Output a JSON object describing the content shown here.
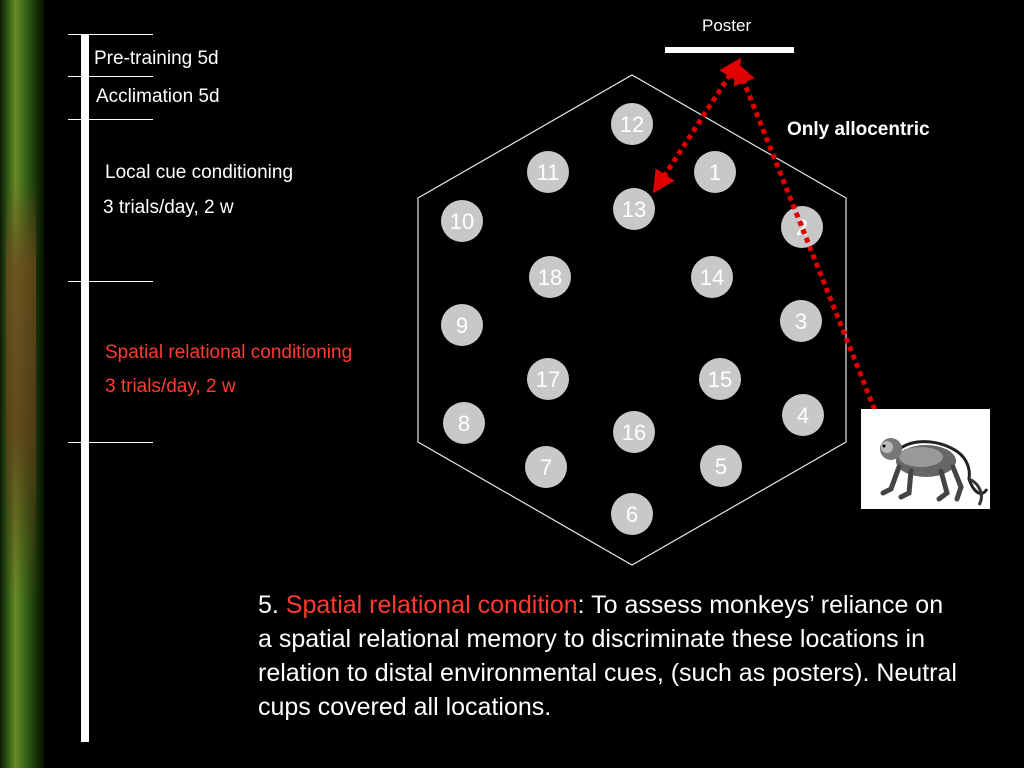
{
  "timeline": {
    "phase1": "Pre-training 5d",
    "phase2": "Acclimation 5d",
    "phase3_title": "Local cue conditioning",
    "phase3_schedule": "3 trials/day, 2 w",
    "phase4_title": "Spatial relational conditioning",
    "phase4_schedule": "3 trials/day, 2 w"
  },
  "poster_label": "Poster",
  "allocentric_label": "Only allocentric",
  "cups": [
    {
      "label": "12"
    },
    {
      "label": "11"
    },
    {
      "label": "1"
    },
    {
      "label": "13"
    },
    {
      "label": "10"
    },
    {
      "label": "2"
    },
    {
      "label": "18"
    },
    {
      "label": "14"
    },
    {
      "label": "9"
    },
    {
      "label": "3"
    },
    {
      "label": "17"
    },
    {
      "label": "15"
    },
    {
      "label": "8"
    },
    {
      "label": "4"
    },
    {
      "label": "16"
    },
    {
      "label": "7"
    },
    {
      "label": "5"
    },
    {
      "label": "6"
    }
  ],
  "caption": {
    "number": "5. ",
    "highlight": "Spatial relational condition",
    "body": ": To assess monkeys’ reliance on a spatial relational memory to discriminate these locations in relation to distal environmental cues, (such as posters). Neutral cups covered all locations."
  },
  "colors": {
    "background": "#000000",
    "accent_red": "#ff3b30",
    "arrow_red": "#e00000",
    "cup_fill": "#c8c8c8"
  }
}
